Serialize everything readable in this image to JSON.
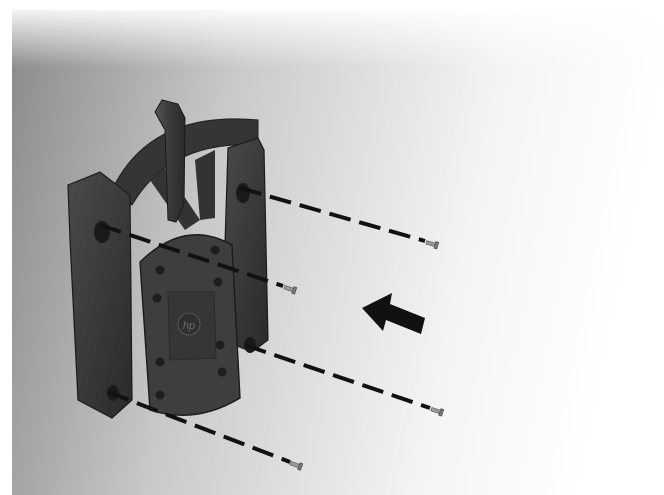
{
  "illustration": {
    "subject": "quick-release-mounting-bracket",
    "colors": {
      "wall_light": "#fafafa",
      "wall_dark": "#8f8f8f",
      "bracket": "#3b3b3b",
      "bracket_edge": "#1e1e1e",
      "screw": "#9a9a9a",
      "arrow": "#111111"
    },
    "logo_text": "hp",
    "screw_count": 4,
    "arrow_direction": "left"
  }
}
